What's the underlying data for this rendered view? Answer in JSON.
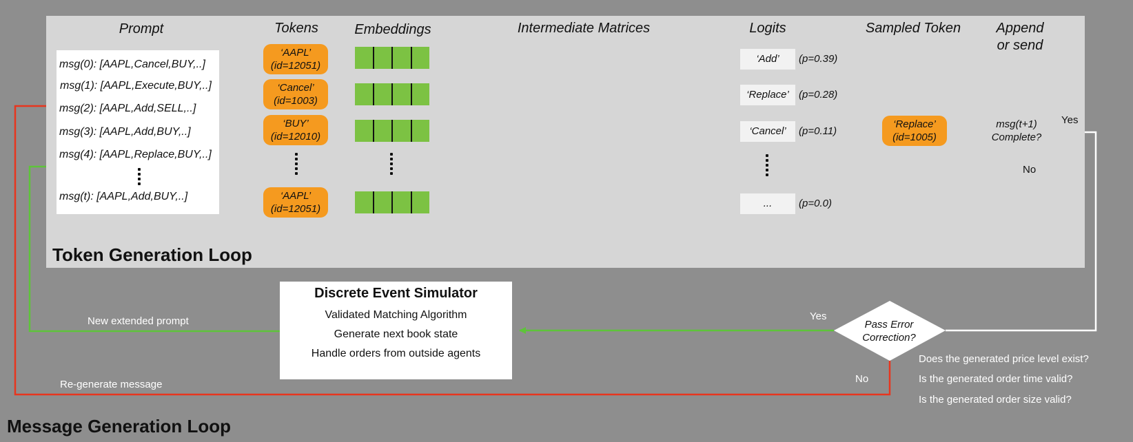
{
  "headers": {
    "prompt": "Prompt",
    "tokens": "Tokens",
    "embeddings": "Embeddings",
    "intermediate": "Intermediate Matrices",
    "logits": "Logits",
    "sampled": "Sampled Token",
    "append_1": "Append",
    "append_2": "or send"
  },
  "prompt_messages": [
    "msg(0): [AAPL,Cancel,BUY,..]",
    "msg(1): [AAPL,Execute,BUY,..]",
    "msg(2): [AAPL,Add,SELL,..]",
    "msg(3): [AAPL,Add,BUY,..]",
    "msg(4): [AAPL,Replace,BUY,..]",
    "msg(t): [AAPL,Add,BUY,..]"
  ],
  "tokens": [
    {
      "name": "‘AAPL’",
      "id": "(id=12051)"
    },
    {
      "name": "‘Cancel’",
      "id": "(id=1003)"
    },
    {
      "name": "‘BUY’",
      "id": "(id=12010)"
    },
    {
      "name": "‘AAPL’",
      "id": "(id=12051)"
    }
  ],
  "logits": [
    {
      "label": "‘Add’",
      "prob": "(p=0.39)"
    },
    {
      "label": "‘Replace’",
      "prob": "(p=0.28)"
    },
    {
      "label": "‘Cancel’",
      "prob": "(p=0.11)"
    },
    {
      "label": "...",
      "prob": "(p=0.0)"
    }
  ],
  "sampled": {
    "name": "‘Replace’",
    "id": "(id=1005)"
  },
  "complete_check": {
    "line1": "msg(t+1)",
    "line2": "Complete?",
    "yes": "Yes",
    "no": "No"
  },
  "token_loop_title": "Token Generation Loop",
  "message_loop_title": "Message Generation Loop",
  "simulator": {
    "title": "Discrete Event Simulator",
    "lines": [
      "Validated Matching Algorithm",
      "Generate next book state",
      "Handle orders from outside agents"
    ]
  },
  "error_check": {
    "line1": "Pass Error",
    "line2": "Correction?",
    "yes": "Yes",
    "no": "No"
  },
  "labels": {
    "new_prompt": "New extended prompt",
    "regenerate": "Re-generate message"
  },
  "checks": [
    "Does the generated price level exist?",
    "Is the generated order time valid?",
    "Is the generated order size valid?"
  ],
  "colors": {
    "panel": "#d6d6d6",
    "background": "#8e8e8e",
    "token": "#f59a1f",
    "embedding": "#7cc243",
    "red_arrow": "#e8351e",
    "green_arrow": "#5ec43a"
  }
}
